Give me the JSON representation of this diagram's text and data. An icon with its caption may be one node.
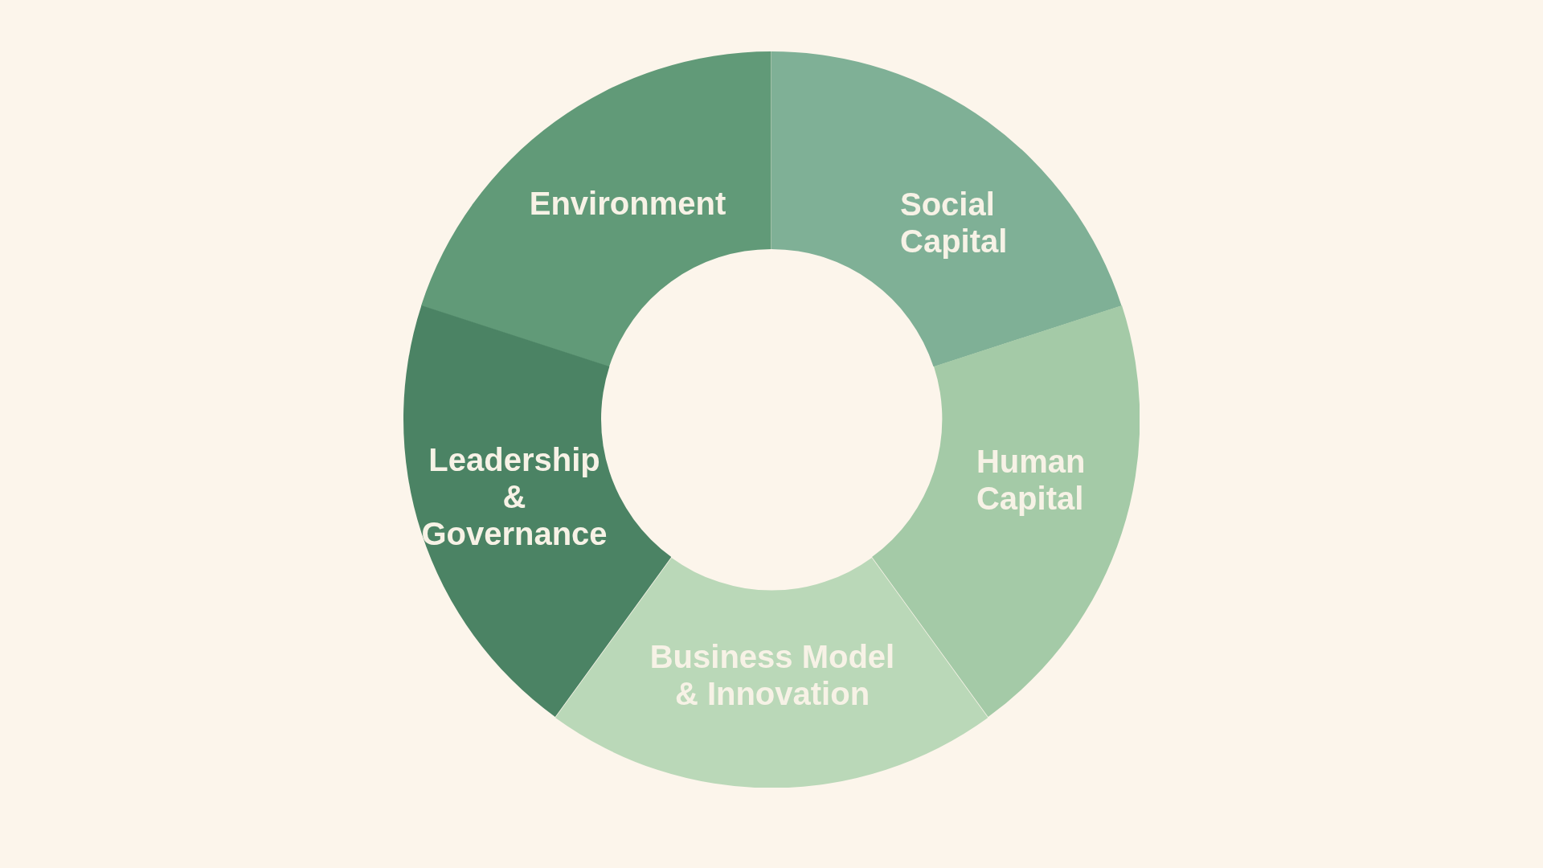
{
  "diagram": {
    "nodes": [
      {
        "text": [
          "Environment"
        ]
      },
      {
        "text": [
          "Social Capital"
        ]
      },
      {
        "text": [
          "Leadership & Governance"
        ]
      },
      {
        "text": [
          "Human Capital"
        ]
      },
      {
        "text": [
          "Business Model & Innovation"
        ]
      }
    ]
  }
}
